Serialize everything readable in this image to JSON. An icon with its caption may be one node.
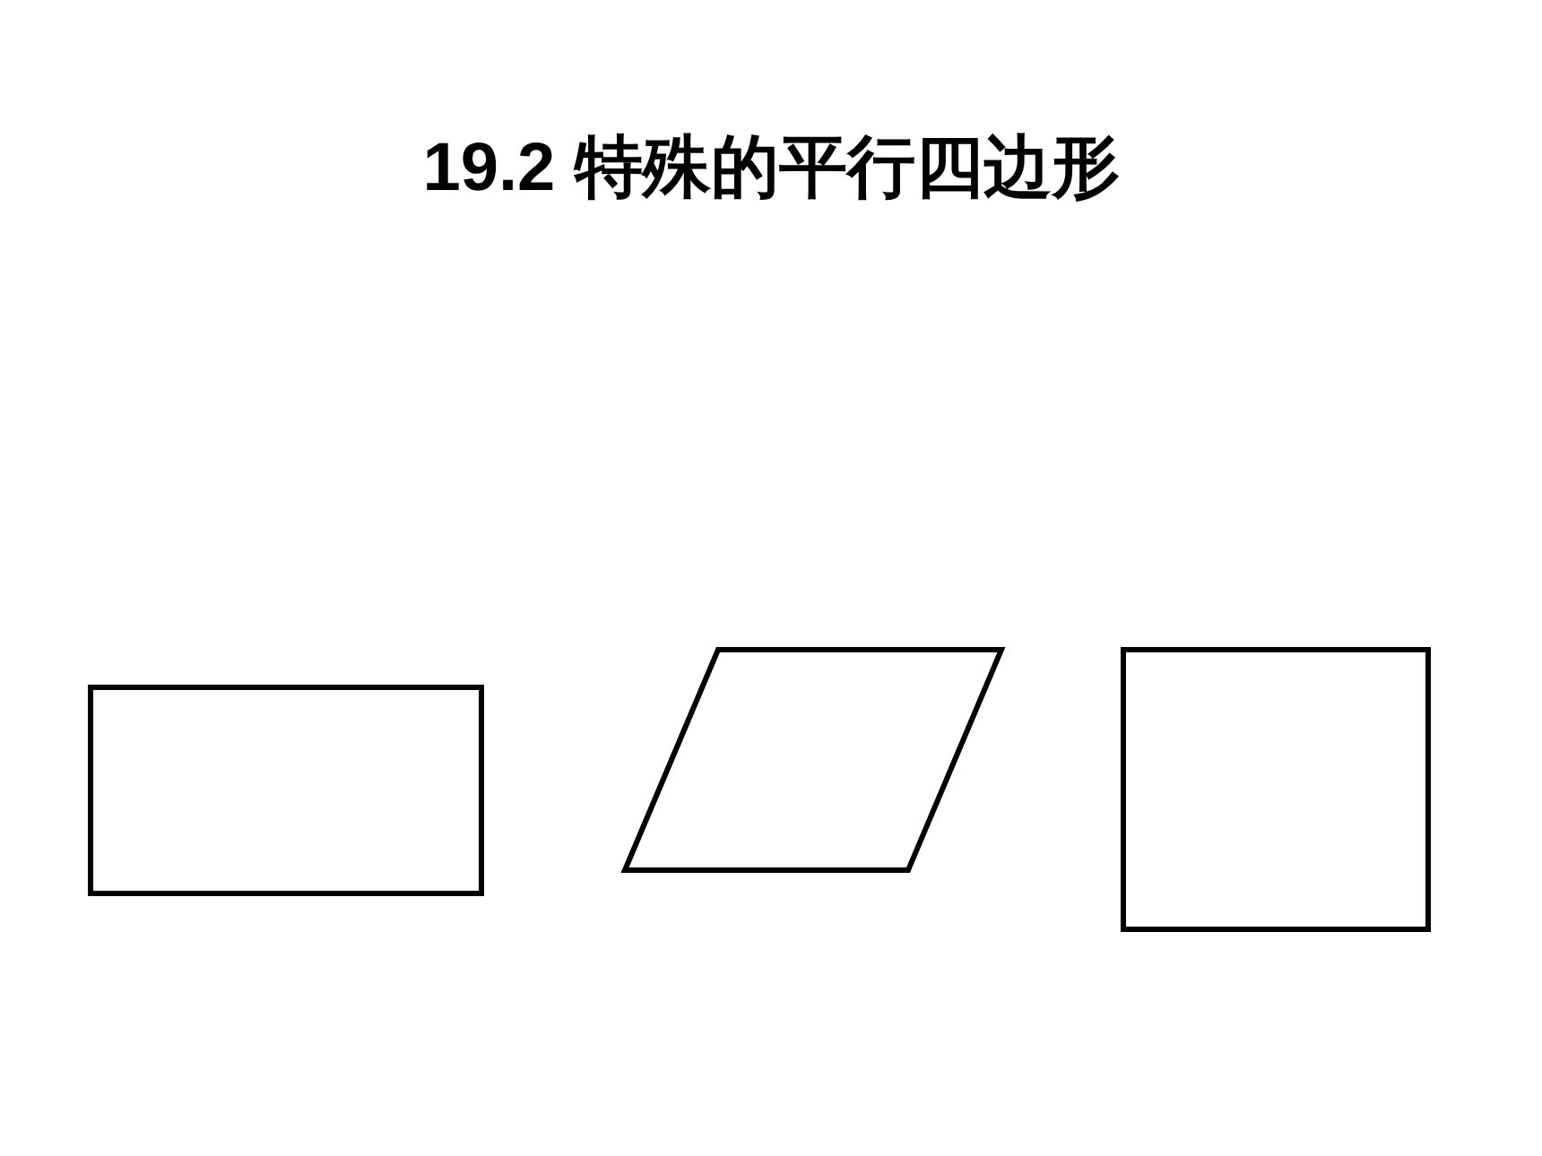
{
  "diagram": {
    "title": "19.2 特殊的平行四边形",
    "nodes": [
      {
        "text": [],
        "shape": "rectangle"
      },
      {
        "text": [],
        "shape": "parallelogram"
      },
      {
        "text": [],
        "shape": "square"
      }
    ]
  }
}
